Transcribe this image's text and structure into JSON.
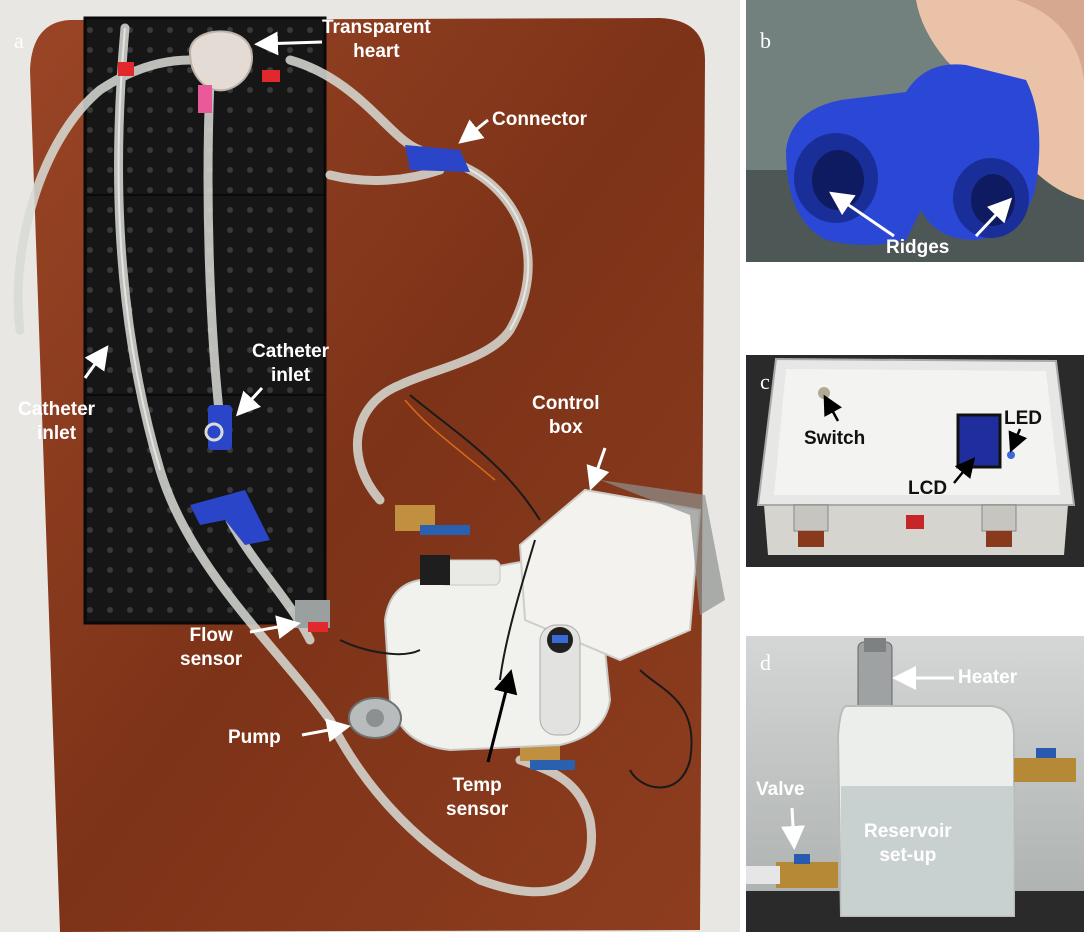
{
  "panels": {
    "a": {
      "letter": "a",
      "labels": {
        "transparent_heart": "Transparent\nheart",
        "connector": "Connector",
        "catheter_inlet_center": "Catheter\ninlet",
        "catheter_inlet_left": "Catheter\ninlet",
        "control_box": "Control\nbox",
        "flow_sensor": "Flow\nsensor",
        "pump": "Pump",
        "temp_sensor": "Temp\nsensor"
      }
    },
    "b": {
      "letter": "b",
      "labels": {
        "ridges": "Ridges"
      }
    },
    "c": {
      "letter": "c",
      "labels": {
        "switch": "Switch",
        "led": "LED",
        "lcd": "LCD"
      }
    },
    "d": {
      "letter": "d",
      "labels": {
        "heater": "Heater",
        "valve": "Valve",
        "reservoir": "Reservoir\nset-up"
      }
    }
  },
  "colors": {
    "table_wood": "#8a3a1c",
    "pegboard": "#1a1a1a",
    "connector_blue": "#2a45c8",
    "tubing": "#d8dcd6",
    "arrow_white": "#ffffff",
    "arrow_black": "#000000"
  }
}
